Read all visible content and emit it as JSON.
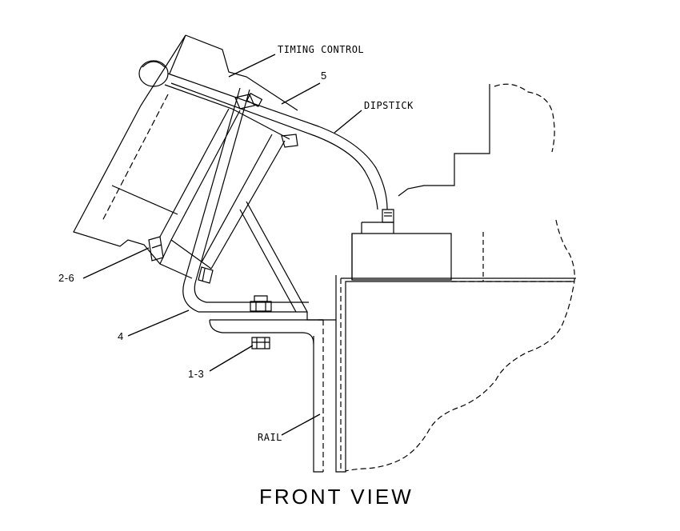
{
  "labels": {
    "timing_control": "TIMING CONTROL",
    "item_5": "5",
    "dipstick": "DIPSTICK",
    "item_2_6": "2-6",
    "item_4": "4",
    "item_1_3": "1-3",
    "rail": "RAIL"
  },
  "title": "FRONT VIEW"
}
